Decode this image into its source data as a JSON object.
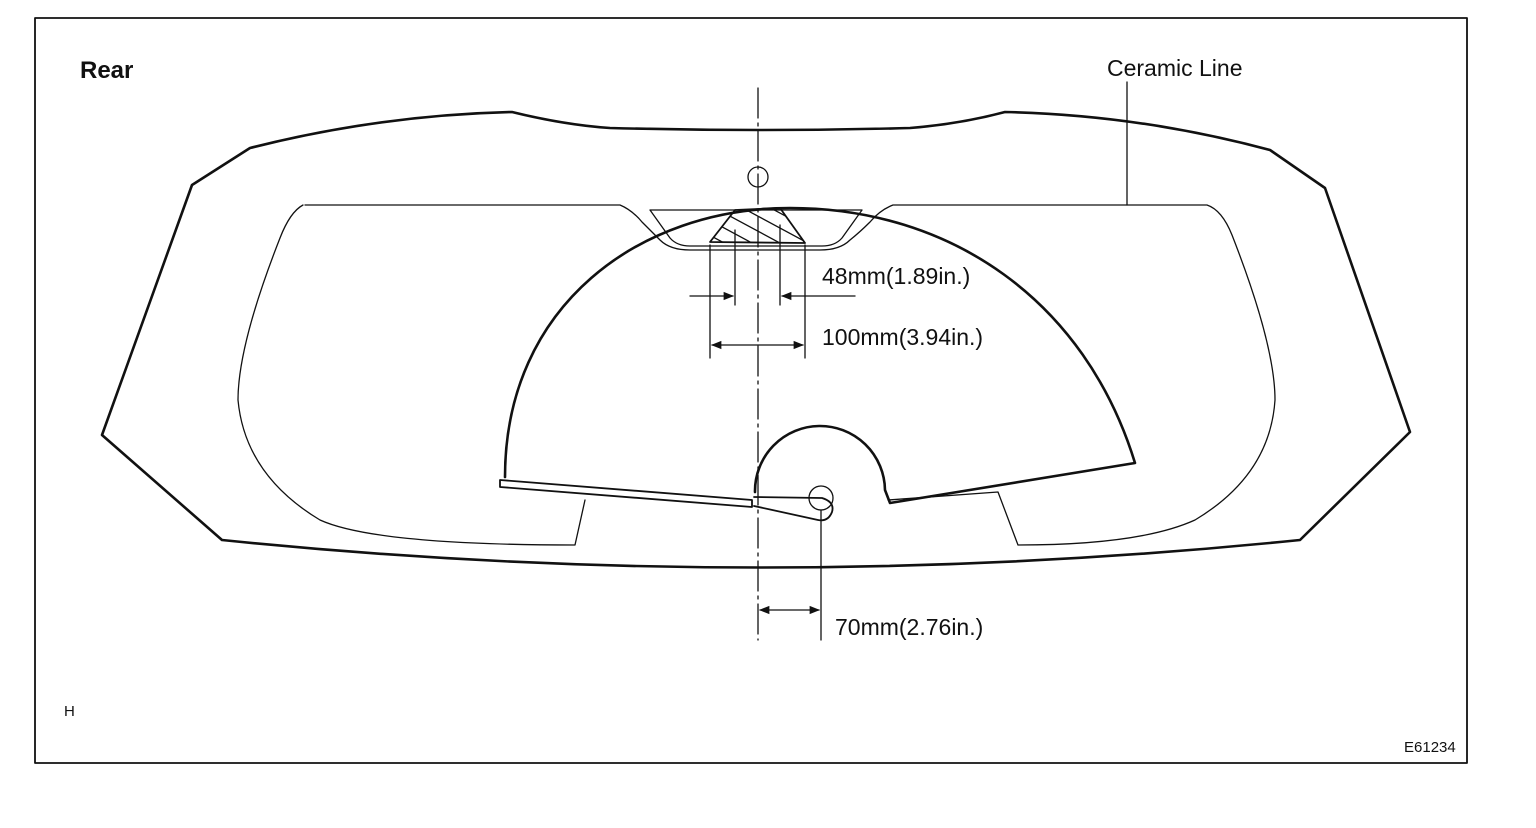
{
  "diagram": {
    "title": "Rear",
    "callout": "Ceramic Line",
    "dimensions": {
      "inner": "48mm(1.89in.)",
      "outer": "100mm(3.94in.)",
      "pivot": "70mm(2.76in.)"
    },
    "corner_mark": "H",
    "figure_code": "E61234"
  }
}
